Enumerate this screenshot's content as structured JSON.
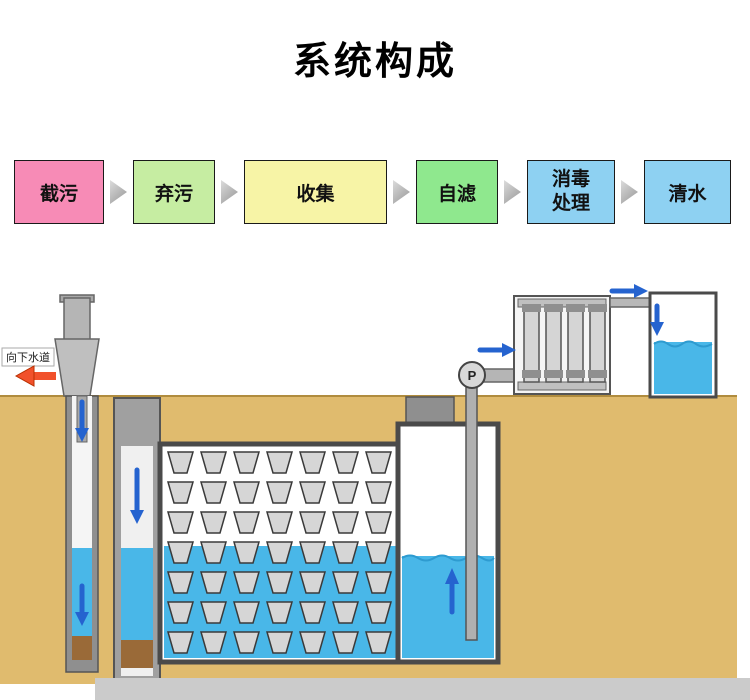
{
  "title": "系统构成",
  "flow": {
    "steps": [
      {
        "label": "截污",
        "color": "#f78bb6"
      },
      {
        "label": "弃污",
        "color": "#c6eda2"
      },
      {
        "label": "收集",
        "color": "#f7f4a6"
      },
      {
        "label": "自滤",
        "color": "#8fe88e"
      },
      {
        "label": "消毒处理",
        "color": "#8ed1f2"
      },
      {
        "label": "清水",
        "color": "#8ed1f2"
      }
    ],
    "arrow_color": "#b5b5b5"
  },
  "diagram": {
    "sewer_label": "向下水道",
    "pump_label": "P",
    "colors": {
      "ground": "#e0bb6e",
      "water": "#49b7e8",
      "pipe_gray": "#a8a8a8",
      "sediment": "#9a6a38",
      "flow_arrow_blue": "#2563cf",
      "overflow_arrow_red": "#f1512b"
    }
  },
  "footer_bar": {
    "color": "#cbcbcb"
  }
}
